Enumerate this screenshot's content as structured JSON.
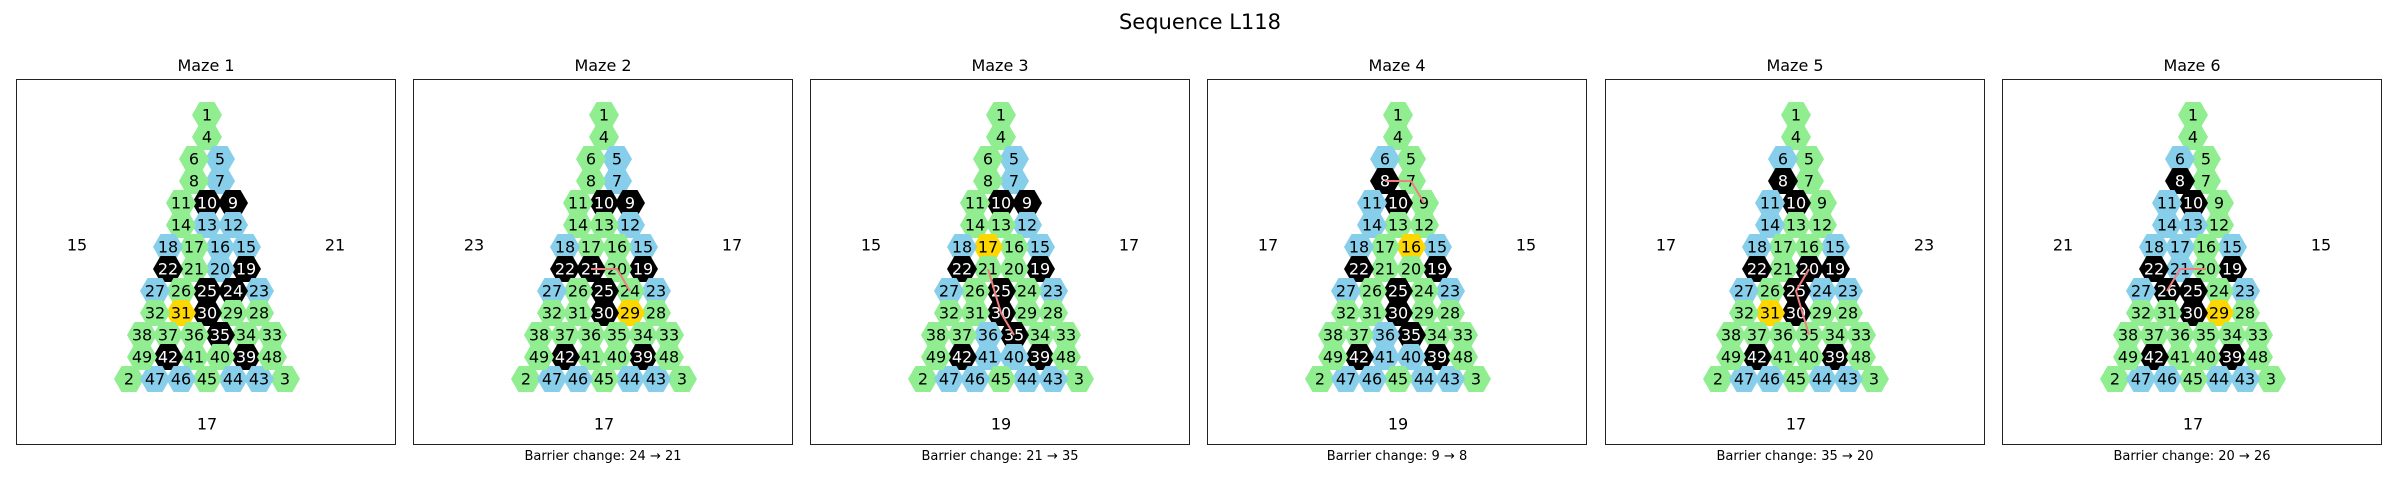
{
  "title": "Sequence L118",
  "colors": {
    "open": "#90EE90",
    "alt": "#87CEEB",
    "wall": "#000000",
    "goal": "#FFD700",
    "path": "#F08080"
  },
  "mazes": [
    {
      "title": "Maze 1",
      "caption": "",
      "left_label": "15",
      "right_label": "21",
      "bottom_label": "17",
      "cells": [
        [
          "1",
          "open"
        ],
        [
          "4",
          "open"
        ],
        [
          "6",
          "open"
        ],
        [
          "5",
          "alt"
        ],
        [
          "8",
          "open"
        ],
        [
          "7",
          "alt"
        ],
        [
          "11",
          "open"
        ],
        [
          "10",
          "wall"
        ],
        [
          "9",
          "wall"
        ],
        [
          "14",
          "open"
        ],
        [
          "13",
          "alt"
        ],
        [
          "12",
          "alt"
        ],
        [
          "18",
          "alt"
        ],
        [
          "17",
          "open"
        ],
        [
          "16",
          "alt"
        ],
        [
          "15",
          "alt"
        ],
        [
          "22",
          "wall"
        ],
        [
          "21",
          "open"
        ],
        [
          "20",
          "alt"
        ],
        [
          "19",
          "wall"
        ],
        [
          "27",
          "alt"
        ],
        [
          "26",
          "open"
        ],
        [
          "25",
          "wall"
        ],
        [
          "24",
          "wall"
        ],
        [
          "23",
          "alt"
        ],
        [
          "32",
          "open"
        ],
        [
          "31",
          "goal"
        ],
        [
          "30",
          "wall"
        ],
        [
          "29",
          "open"
        ],
        [
          "28",
          "open"
        ],
        [
          "38",
          "open"
        ],
        [
          "37",
          "open"
        ],
        [
          "36",
          "open"
        ],
        [
          "35",
          "wall"
        ],
        [
          "34",
          "open"
        ],
        [
          "33",
          "open"
        ],
        [
          "49",
          "open"
        ],
        [
          "42",
          "wall"
        ],
        [
          "41",
          "open"
        ],
        [
          "40",
          "open"
        ],
        [
          "39",
          "wall"
        ],
        [
          "48",
          "open"
        ],
        [
          "2",
          "open"
        ],
        [
          "47",
          "alt"
        ],
        [
          "46",
          "alt"
        ],
        [
          "45",
          "open"
        ],
        [
          "44",
          "alt"
        ],
        [
          "43",
          "alt"
        ],
        [
          "3",
          "open"
        ]
      ],
      "path": []
    },
    {
      "title": "Maze 2",
      "caption": "Barrier change: 24 → 21",
      "left_label": "23",
      "right_label": "17",
      "bottom_label": "17",
      "cells": [
        [
          "1",
          "open"
        ],
        [
          "4",
          "open"
        ],
        [
          "6",
          "open"
        ],
        [
          "5",
          "alt"
        ],
        [
          "8",
          "open"
        ],
        [
          "7",
          "alt"
        ],
        [
          "11",
          "open"
        ],
        [
          "10",
          "wall"
        ],
        [
          "9",
          "wall"
        ],
        [
          "14",
          "open"
        ],
        [
          "13",
          "open"
        ],
        [
          "12",
          "alt"
        ],
        [
          "18",
          "alt"
        ],
        [
          "17",
          "open"
        ],
        [
          "16",
          "open"
        ],
        [
          "15",
          "alt"
        ],
        [
          "22",
          "wall"
        ],
        [
          "21",
          "wall"
        ],
        [
          "20",
          "open"
        ],
        [
          "19",
          "wall"
        ],
        [
          "27",
          "alt"
        ],
        [
          "26",
          "open"
        ],
        [
          "25",
          "wall"
        ],
        [
          "24",
          "open"
        ],
        [
          "23",
          "alt"
        ],
        [
          "32",
          "open"
        ],
        [
          "31",
          "open"
        ],
        [
          "30",
          "wall"
        ],
        [
          "29",
          "goal"
        ],
        [
          "28",
          "open"
        ],
        [
          "38",
          "open"
        ],
        [
          "37",
          "open"
        ],
        [
          "36",
          "open"
        ],
        [
          "35",
          "open"
        ],
        [
          "34",
          "open"
        ],
        [
          "33",
          "open"
        ],
        [
          "49",
          "open"
        ],
        [
          "42",
          "wall"
        ],
        [
          "41",
          "open"
        ],
        [
          "40",
          "open"
        ],
        [
          "39",
          "wall"
        ],
        [
          "48",
          "open"
        ],
        [
          "2",
          "open"
        ],
        [
          "47",
          "alt"
        ],
        [
          "46",
          "alt"
        ],
        [
          "45",
          "open"
        ],
        [
          "44",
          "alt"
        ],
        [
          "43",
          "alt"
        ],
        [
          "3",
          "open"
        ]
      ],
      "path": [
        "21",
        "20",
        "24"
      ]
    },
    {
      "title": "Maze 3",
      "caption": "Barrier change: 21 → 35",
      "left_label": "15",
      "right_label": "17",
      "bottom_label": "19",
      "cells": [
        [
          "1",
          "open"
        ],
        [
          "4",
          "open"
        ],
        [
          "6",
          "open"
        ],
        [
          "5",
          "alt"
        ],
        [
          "8",
          "open"
        ],
        [
          "7",
          "alt"
        ],
        [
          "11",
          "open"
        ],
        [
          "10",
          "wall"
        ],
        [
          "9",
          "wall"
        ],
        [
          "14",
          "open"
        ],
        [
          "13",
          "open"
        ],
        [
          "12",
          "alt"
        ],
        [
          "18",
          "alt"
        ],
        [
          "17",
          "goal"
        ],
        [
          "16",
          "open"
        ],
        [
          "15",
          "alt"
        ],
        [
          "22",
          "wall"
        ],
        [
          "21",
          "open"
        ],
        [
          "20",
          "open"
        ],
        [
          "19",
          "wall"
        ],
        [
          "27",
          "alt"
        ],
        [
          "26",
          "open"
        ],
        [
          "25",
          "wall"
        ],
        [
          "24",
          "open"
        ],
        [
          "23",
          "alt"
        ],
        [
          "32",
          "open"
        ],
        [
          "31",
          "open"
        ],
        [
          "30",
          "wall"
        ],
        [
          "29",
          "open"
        ],
        [
          "28",
          "open"
        ],
        [
          "38",
          "open"
        ],
        [
          "37",
          "open"
        ],
        [
          "36",
          "alt"
        ],
        [
          "35",
          "wall"
        ],
        [
          "34",
          "open"
        ],
        [
          "33",
          "open"
        ],
        [
          "49",
          "open"
        ],
        [
          "42",
          "wall"
        ],
        [
          "41",
          "alt"
        ],
        [
          "40",
          "alt"
        ],
        [
          "39",
          "wall"
        ],
        [
          "48",
          "open"
        ],
        [
          "2",
          "open"
        ],
        [
          "47",
          "alt"
        ],
        [
          "46",
          "alt"
        ],
        [
          "45",
          "open"
        ],
        [
          "44",
          "alt"
        ],
        [
          "43",
          "alt"
        ],
        [
          "3",
          "open"
        ]
      ],
      "path": [
        "21",
        "30",
        "35"
      ]
    },
    {
      "title": "Maze 4",
      "caption": "Barrier change: 9 → 8",
      "left_label": "17",
      "right_label": "15",
      "bottom_label": "19",
      "cells": [
        [
          "1",
          "open"
        ],
        [
          "4",
          "open"
        ],
        [
          "6",
          "alt"
        ],
        [
          "5",
          "open"
        ],
        [
          "8",
          "wall"
        ],
        [
          "7",
          "open"
        ],
        [
          "11",
          "alt"
        ],
        [
          "10",
          "wall"
        ],
        [
          "9",
          "open"
        ],
        [
          "14",
          "alt"
        ],
        [
          "13",
          "open"
        ],
        [
          "12",
          "open"
        ],
        [
          "18",
          "alt"
        ],
        [
          "17",
          "open"
        ],
        [
          "16",
          "goal"
        ],
        [
          "15",
          "alt"
        ],
        [
          "22",
          "wall"
        ],
        [
          "21",
          "open"
        ],
        [
          "20",
          "open"
        ],
        [
          "19",
          "wall"
        ],
        [
          "27",
          "alt"
        ],
        [
          "26",
          "open"
        ],
        [
          "25",
          "wall"
        ],
        [
          "24",
          "open"
        ],
        [
          "23",
          "alt"
        ],
        [
          "32",
          "open"
        ],
        [
          "31",
          "open"
        ],
        [
          "30",
          "wall"
        ],
        [
          "29",
          "open"
        ],
        [
          "28",
          "open"
        ],
        [
          "38",
          "open"
        ],
        [
          "37",
          "open"
        ],
        [
          "36",
          "alt"
        ],
        [
          "35",
          "wall"
        ],
        [
          "34",
          "open"
        ],
        [
          "33",
          "open"
        ],
        [
          "49",
          "open"
        ],
        [
          "42",
          "wall"
        ],
        [
          "41",
          "alt"
        ],
        [
          "40",
          "alt"
        ],
        [
          "39",
          "wall"
        ],
        [
          "48",
          "open"
        ],
        [
          "2",
          "open"
        ],
        [
          "47",
          "alt"
        ],
        [
          "46",
          "alt"
        ],
        [
          "45",
          "open"
        ],
        [
          "44",
          "alt"
        ],
        [
          "43",
          "alt"
        ],
        [
          "3",
          "open"
        ]
      ],
      "path": [
        "8",
        "7",
        "9"
      ]
    },
    {
      "title": "Maze 5",
      "caption": "Barrier change: 35 → 20",
      "left_label": "17",
      "right_label": "23",
      "bottom_label": "17",
      "cells": [
        [
          "1",
          "open"
        ],
        [
          "4",
          "open"
        ],
        [
          "6",
          "alt"
        ],
        [
          "5",
          "open"
        ],
        [
          "8",
          "wall"
        ],
        [
          "7",
          "open"
        ],
        [
          "11",
          "alt"
        ],
        [
          "10",
          "wall"
        ],
        [
          "9",
          "open"
        ],
        [
          "14",
          "alt"
        ],
        [
          "13",
          "open"
        ],
        [
          "12",
          "open"
        ],
        [
          "18",
          "alt"
        ],
        [
          "17",
          "open"
        ],
        [
          "16",
          "open"
        ],
        [
          "15",
          "alt"
        ],
        [
          "22",
          "wall"
        ],
        [
          "21",
          "open"
        ],
        [
          "20",
          "wall"
        ],
        [
          "19",
          "wall"
        ],
        [
          "27",
          "alt"
        ],
        [
          "26",
          "open"
        ],
        [
          "25",
          "wall"
        ],
        [
          "24",
          "alt"
        ],
        [
          "23",
          "alt"
        ],
        [
          "32",
          "open"
        ],
        [
          "31",
          "goal"
        ],
        [
          "30",
          "wall"
        ],
        [
          "29",
          "open"
        ],
        [
          "28",
          "open"
        ],
        [
          "38",
          "open"
        ],
        [
          "37",
          "open"
        ],
        [
          "36",
          "open"
        ],
        [
          "35",
          "open"
        ],
        [
          "34",
          "open"
        ],
        [
          "33",
          "open"
        ],
        [
          "49",
          "open"
        ],
        [
          "42",
          "wall"
        ],
        [
          "41",
          "open"
        ],
        [
          "40",
          "open"
        ],
        [
          "39",
          "wall"
        ],
        [
          "48",
          "open"
        ],
        [
          "2",
          "open"
        ],
        [
          "47",
          "alt"
        ],
        [
          "46",
          "alt"
        ],
        [
          "45",
          "open"
        ],
        [
          "44",
          "alt"
        ],
        [
          "43",
          "alt"
        ],
        [
          "3",
          "open"
        ]
      ],
      "path": [
        "20",
        "25",
        "35"
      ]
    },
    {
      "title": "Maze 6",
      "caption": "Barrier change: 20 → 26",
      "left_label": "21",
      "right_label": "15",
      "bottom_label": "17",
      "cells": [
        [
          "1",
          "open"
        ],
        [
          "4",
          "open"
        ],
        [
          "6",
          "alt"
        ],
        [
          "5",
          "open"
        ],
        [
          "8",
          "wall"
        ],
        [
          "7",
          "open"
        ],
        [
          "11",
          "alt"
        ],
        [
          "10",
          "wall"
        ],
        [
          "9",
          "open"
        ],
        [
          "14",
          "alt"
        ],
        [
          "13",
          "alt"
        ],
        [
          "12",
          "open"
        ],
        [
          "18",
          "alt"
        ],
        [
          "17",
          "alt"
        ],
        [
          "16",
          "open"
        ],
        [
          "15",
          "alt"
        ],
        [
          "22",
          "wall"
        ],
        [
          "21",
          "alt"
        ],
        [
          "20",
          "open"
        ],
        [
          "19",
          "wall"
        ],
        [
          "27",
          "alt"
        ],
        [
          "26",
          "wall"
        ],
        [
          "25",
          "wall"
        ],
        [
          "24",
          "open"
        ],
        [
          "23",
          "alt"
        ],
        [
          "32",
          "open"
        ],
        [
          "31",
          "open"
        ],
        [
          "30",
          "wall"
        ],
        [
          "29",
          "goal"
        ],
        [
          "28",
          "open"
        ],
        [
          "38",
          "open"
        ],
        [
          "37",
          "open"
        ],
        [
          "36",
          "open"
        ],
        [
          "35",
          "open"
        ],
        [
          "34",
          "open"
        ],
        [
          "33",
          "open"
        ],
        [
          "49",
          "open"
        ],
        [
          "42",
          "wall"
        ],
        [
          "41",
          "open"
        ],
        [
          "40",
          "open"
        ],
        [
          "39",
          "wall"
        ],
        [
          "48",
          "open"
        ],
        [
          "2",
          "open"
        ],
        [
          "47",
          "alt"
        ],
        [
          "46",
          "alt"
        ],
        [
          "45",
          "open"
        ],
        [
          "44",
          "alt"
        ],
        [
          "43",
          "alt"
        ],
        [
          "3",
          "open"
        ]
      ],
      "path": [
        "26",
        "21",
        "20"
      ]
    }
  ]
}
